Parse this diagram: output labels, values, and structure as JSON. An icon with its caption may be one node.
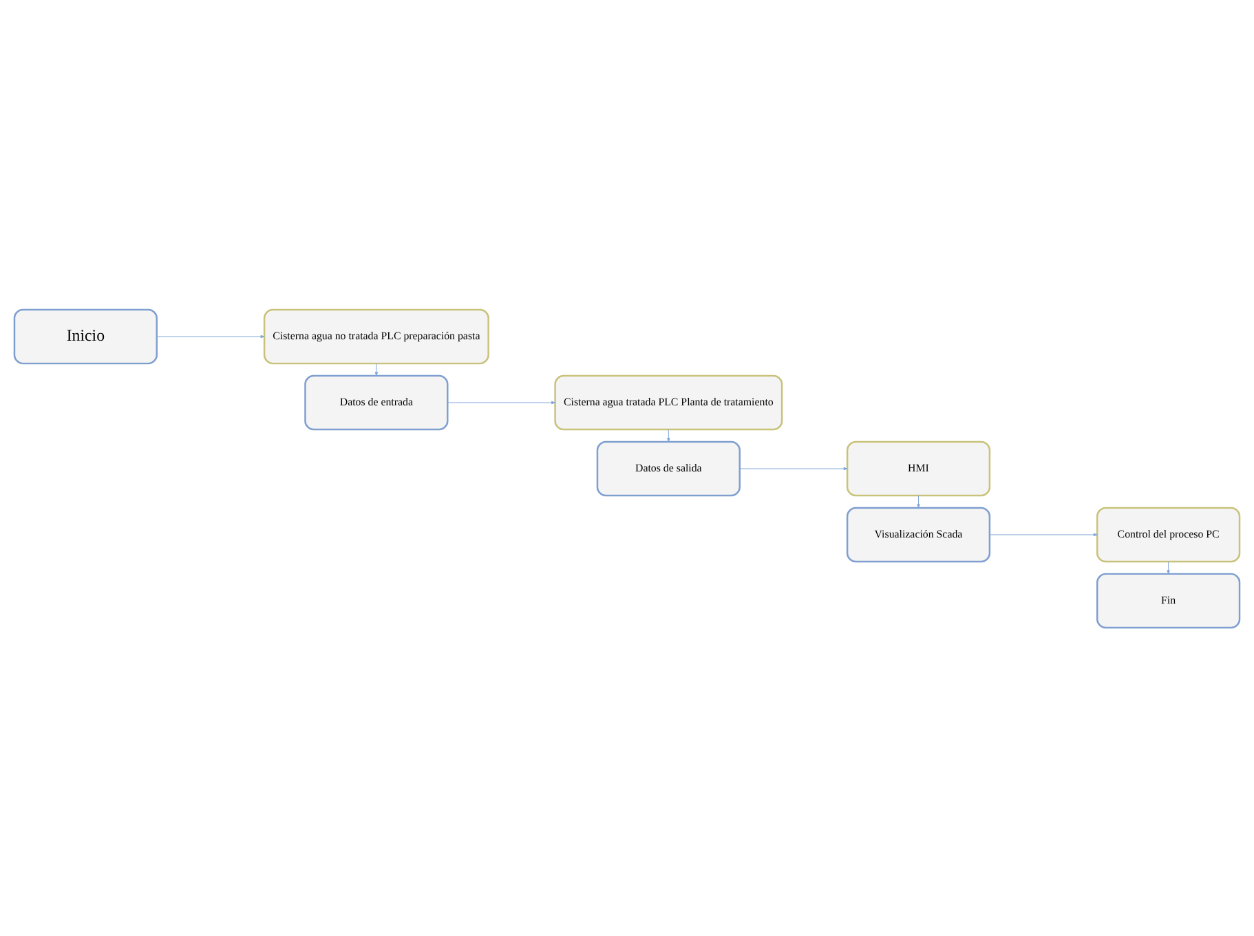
{
  "diagram": {
    "nodes": [
      {
        "text": [
          "Inicio"
        ]
      },
      {
        "text": [
          "Cisterna agua no tratada PLC preparación pasta"
        ]
      },
      {
        "text": [
          "Datos de entrada"
        ]
      },
      {
        "text": [
          "Cisterna agua tratada PLC Planta de tratamiento"
        ]
      },
      {
        "text": [
          "Datos de salida"
        ]
      },
      {
        "text": [
          "HMI"
        ]
      },
      {
        "text": [
          "Visualización Scada"
        ]
      },
      {
        "text": [
          "Control del proceso PC"
        ]
      },
      {
        "text": [
          "Fin"
        ]
      }
    ],
    "edges": [
      {
        "from": 0,
        "to": 1,
        "arrow": "to"
      },
      {
        "from": 1,
        "to": 2,
        "arrow": "to"
      },
      {
        "from": 2,
        "to": 3,
        "arrow": "to"
      },
      {
        "from": 3,
        "to": 4,
        "arrow": "to"
      },
      {
        "from": 4,
        "to": 5,
        "arrow": "to"
      },
      {
        "from": 5,
        "to": 6,
        "arrow": "to"
      },
      {
        "from": 6,
        "to": 7,
        "arrow": "to"
      },
      {
        "from": 7,
        "to": 8,
        "arrow": "to"
      }
    ]
  }
}
